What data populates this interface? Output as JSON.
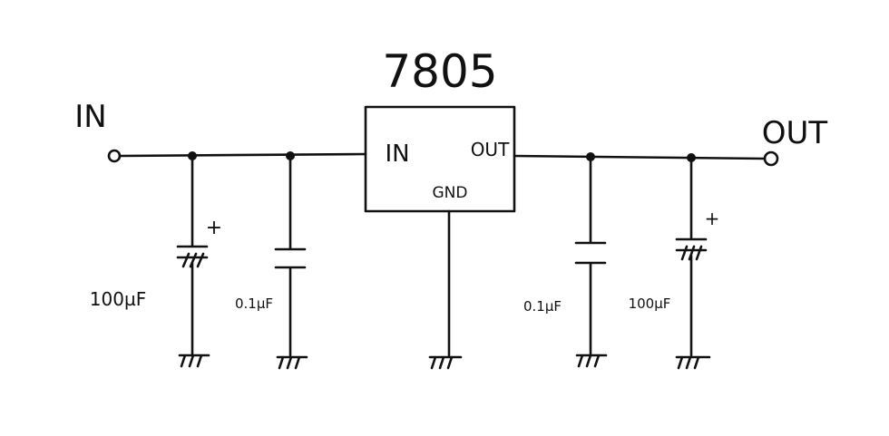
{
  "regulator": {
    "part": "7805",
    "pin_in": "IN",
    "pin_out": "OUT",
    "pin_gnd": "GND"
  },
  "terminals": {
    "input": "IN",
    "output": "OUT"
  },
  "capacitors": [
    {
      "value": "100µF",
      "polarity": "+"
    },
    {
      "value": "0.1µF"
    },
    {
      "value": "0.1µF"
    },
    {
      "value": "100µF",
      "polarity": "+"
    }
  ]
}
